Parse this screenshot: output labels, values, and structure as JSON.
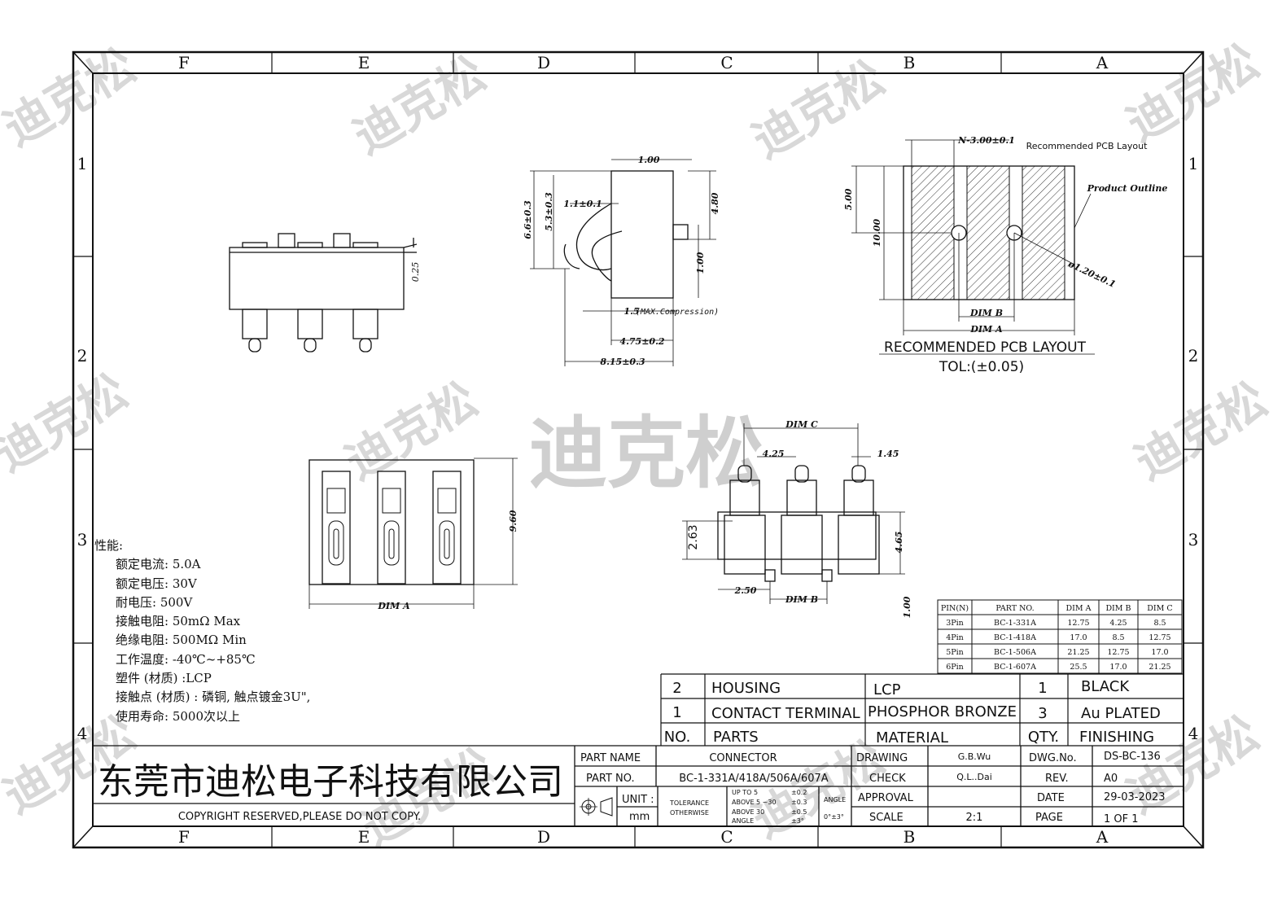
{
  "border": {
    "columns": [
      "F",
      "E",
      "D",
      "C",
      "B",
      "A"
    ],
    "rows": [
      "1",
      "2",
      "3",
      "4"
    ]
  },
  "watermark": "迪克松",
  "views": {
    "front_dim": "0.25",
    "side": {
      "top_width": "1.00",
      "contact_offset": "1.1±0.1",
      "height_total": "6.6±0.3",
      "height_contact": "5.3±0.3",
      "peg_height": "4.80",
      "peg_depth": "1.00",
      "compression": "1.5",
      "compression_note": "(MAX.Compression)",
      "depth": "4.75±0.2",
      "overall": "8.15±0.3"
    },
    "pcb": {
      "pitch": "N-3.00±0.1",
      "title_small": "Recommended PCB Layout",
      "outline_label": "Product Outline",
      "pad_height": "5.00",
      "total_height": "10.00",
      "hole": "ø1.20±0.1",
      "dim_b": "DIM B",
      "dim_a": "DIM A",
      "title": "RECOMMENDED PCB LAYOUT",
      "tol": "TOL:(±0.05)"
    },
    "top_dim_height": "9.60",
    "top_dim_a": "DIM A",
    "bottom": {
      "dim_c": "DIM C",
      "pitch": "4.25",
      "pin_width": "1.45",
      "contact_height": "2.63",
      "body_height": "4.65",
      "offset": "2.50",
      "dim_b": "DIM B",
      "peg": "1.00"
    }
  },
  "specs": {
    "title": "性能:",
    "lines": [
      "额定电流: 5.0A",
      "额定电压: 30V",
      "耐电压: 500V",
      "接触电阻: 50mΩ  Max",
      "绝缘电阻: 500MΩ  Min",
      "工作温度: -40℃~+85℃",
      "塑件 (材质) :LCP",
      "接触点 (材质) : 磷铜, 触点镀金3U\",",
      "使用寿命: 5000次以上"
    ]
  },
  "dim_table": {
    "headers": [
      "PIN(N)",
      "PART NO.",
      "DIM A",
      "DIM B",
      "DIM C"
    ],
    "rows": [
      [
        "3Pin",
        "BC-1-331A",
        "12.75",
        "4.25",
        "8.5"
      ],
      [
        "4Pin",
        "BC-1-418A",
        "17.0",
        "8.5",
        "12.75"
      ],
      [
        "5Pin",
        "BC-1-506A",
        "21.25",
        "12.75",
        "17.0"
      ],
      [
        "6Pin",
        "BC-1-607A",
        "25.5",
        "17.0",
        "21.25"
      ]
    ]
  },
  "bom": {
    "rows": [
      {
        "no": "2",
        "part": "HOUSING",
        "material": "LCP",
        "qty": "1",
        "finishing": "BLACK"
      },
      {
        "no": "1",
        "part": "CONTACT TERMINAL",
        "material": "PHOSPHOR BRONZE",
        "qty": "3",
        "finishing": "Au PLATED"
      }
    ],
    "headers": {
      "no": "NO.",
      "part": "PARTS",
      "material": "MATERIAL",
      "qty": "QTY.",
      "finishing": "FINISHING"
    }
  },
  "title_block": {
    "company": "东莞市迪松电子科技有限公司",
    "copyright": "COPYRIGHT RESERVED,PLEASE DO NOT COPY.",
    "part_name_label": "PART NAME",
    "part_name": "CONNECTOR",
    "part_no_label": "PART NO.",
    "part_no": "BC-1-331A/418A/506A/607A",
    "unit_label": "UNIT :",
    "unit": "mm",
    "tolerance": "TOLERANCE",
    "otherwise": "OTHERWISE",
    "up_to_5": "UP TO 5",
    "up_to_5_val": "±0.2",
    "above_5_30": "ABOVE 5 ~30",
    "above_5_30_val": "±0.3",
    "above_30": "ABOVE 30",
    "above_30_val": "±0.5",
    "angle_l": "ANGLE",
    "angle_val": "±3°",
    "angle_label": "ANGLE",
    "angle_tol": "0°±3°",
    "drawing_label": "DRAWING",
    "drawing": "G.B.Wu",
    "check_label": "CHECK",
    "check": "Q.L..Dai",
    "approval_label": "APPROVAL",
    "approval": "",
    "scale_label": "SCALE",
    "scale": "2:1",
    "dwg_no_label": "DWG.No.",
    "dwg_no": "DS-BC-136",
    "rev_label": "REV.",
    "rev": "A0",
    "date_label": "DATE",
    "date": "29-03-2023",
    "page_label": "PAGE",
    "page": "1 OF 1"
  }
}
